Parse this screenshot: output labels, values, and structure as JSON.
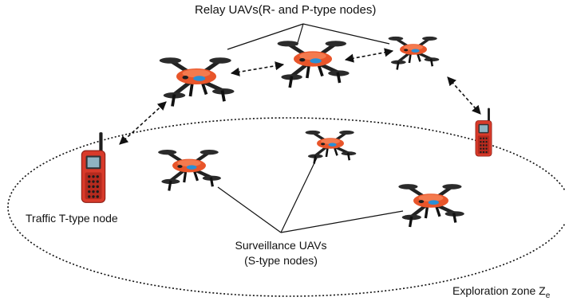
{
  "labels": {
    "relay": "Relay UAVs(R- and P-type nodes)",
    "traffic": "Traffic T-type node",
    "surveillance_line1": "Surveillance UAVs",
    "surveillance_line2": "(S-type nodes)",
    "exploration_prefix": "Exploration zone Z",
    "exploration_subscript": "e"
  },
  "icons": {
    "uav": "quadcopter-drone-icon",
    "radio": "handheld-radio-icon"
  },
  "colors": {
    "drone_body": "#e8552a",
    "drone_accent": "#2a8fd6",
    "drone_arm": "#222222",
    "radio_body": "#d83a2a",
    "radio_screen": "#2f3336",
    "line": "#111111"
  }
}
